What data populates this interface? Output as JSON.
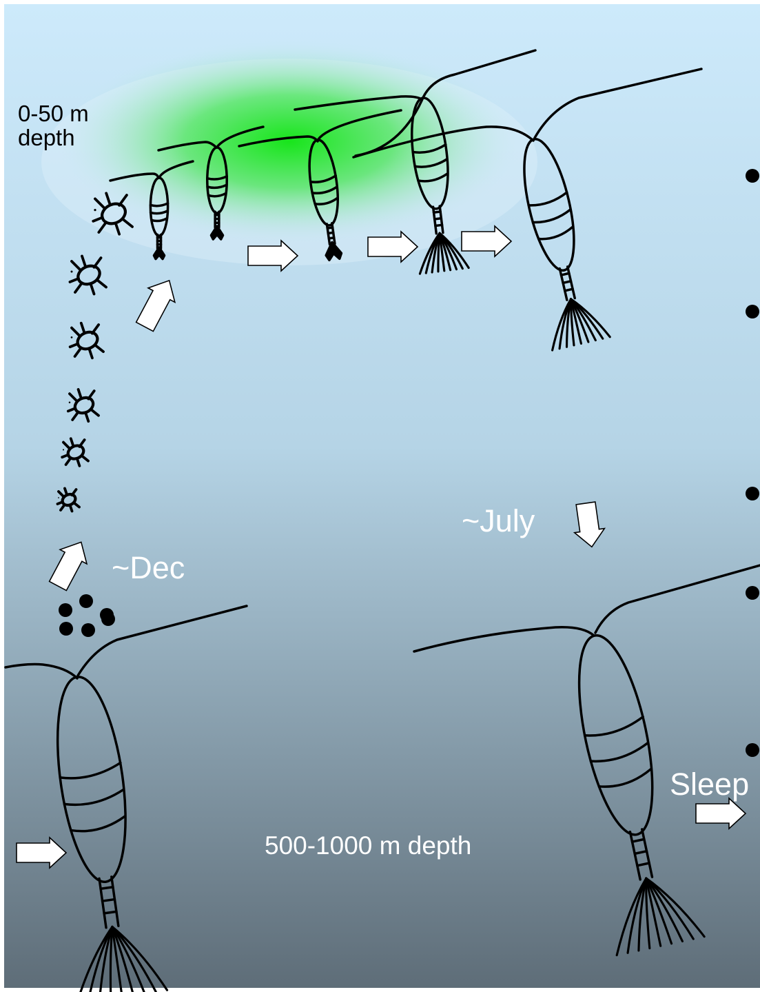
{
  "labels": {
    "surface_depth": "0-50 m\ndepth",
    "deep_depth": "500-1000 m depth",
    "month_dec": "~Dec",
    "month_july": "~July",
    "sleep": "Sleep"
  },
  "colors": {
    "water_top": "#cdeafb",
    "water_bottom": "#5e6d78",
    "phytoplankton_bloom": "#18e51b",
    "outline": "#000000",
    "arrow_fill": "#ffffff"
  },
  "stages": {
    "eggs_count": 6,
    "nauplii_count": 6,
    "copepodite_count": 5,
    "adult_count": 2,
    "bullet_count": 5
  }
}
